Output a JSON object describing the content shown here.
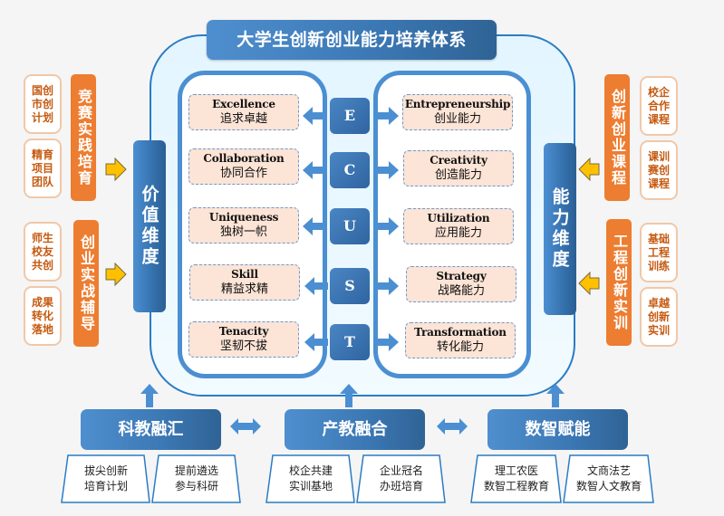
{
  "title": "大学生创新创业能力培养体系",
  "colors": {
    "primary_blue": "#3b77b3",
    "panel_border": "#4b8fd2",
    "accent_orange": "#ed7d31",
    "item_fill": "#fce4d6",
    "arrow_gold": "#ffc000",
    "background": "#f5f5f5"
  },
  "left_dimension": {
    "label": "价值维度",
    "groups": [
      {
        "label": "竞赛实践培育",
        "items": [
          "国创市创计划",
          "精育项目团队"
        ]
      },
      {
        "label": "创业实战辅导",
        "items": [
          "师生校友共创",
          "成果转化落地"
        ]
      }
    ]
  },
  "right_dimension": {
    "label": "能力维度",
    "groups": [
      {
        "label": "创新创业课程",
        "items": [
          "校企合作课程",
          "课训赛创课程"
        ]
      },
      {
        "label": "工程创新实训",
        "items": [
          "基础工程训练",
          "卓越创新实训"
        ]
      }
    ]
  },
  "core": {
    "letters": [
      "E",
      "C",
      "U",
      "S",
      "T"
    ],
    "values": [
      {
        "en": "Excellence",
        "zh": "追求卓越"
      },
      {
        "en": "Collaboration",
        "zh": "协同合作"
      },
      {
        "en": "Uniqueness",
        "zh": "独树一帜"
      },
      {
        "en": "Skill",
        "zh": "精益求精"
      },
      {
        "en": "Tenacity",
        "zh": "坚韧不拔"
      }
    ],
    "abilities": [
      {
        "en": "Entrepreneurship",
        "zh": "创业能力"
      },
      {
        "en": "Creativity",
        "zh": "创造能力"
      },
      {
        "en": "Utilization",
        "zh": "应用能力"
      },
      {
        "en": "Strategy",
        "zh": "战略能力"
      },
      {
        "en": "Transformation",
        "zh": "转化能力"
      }
    ]
  },
  "pillars": [
    {
      "label": "科教融汇",
      "items": [
        [
          "拔尖创新",
          "培育计划"
        ],
        [
          "提前遴选",
          "参与科研"
        ]
      ]
    },
    {
      "label": "产教融合",
      "items": [
        [
          "校企共建",
          "实训基地"
        ],
        [
          "企业冠名",
          "办班培育"
        ]
      ]
    },
    {
      "label": "数智赋能",
      "items": [
        [
          "理工农医",
          "数智工程教育"
        ],
        [
          "文商法艺",
          "数智人文教育"
        ]
      ]
    }
  ]
}
